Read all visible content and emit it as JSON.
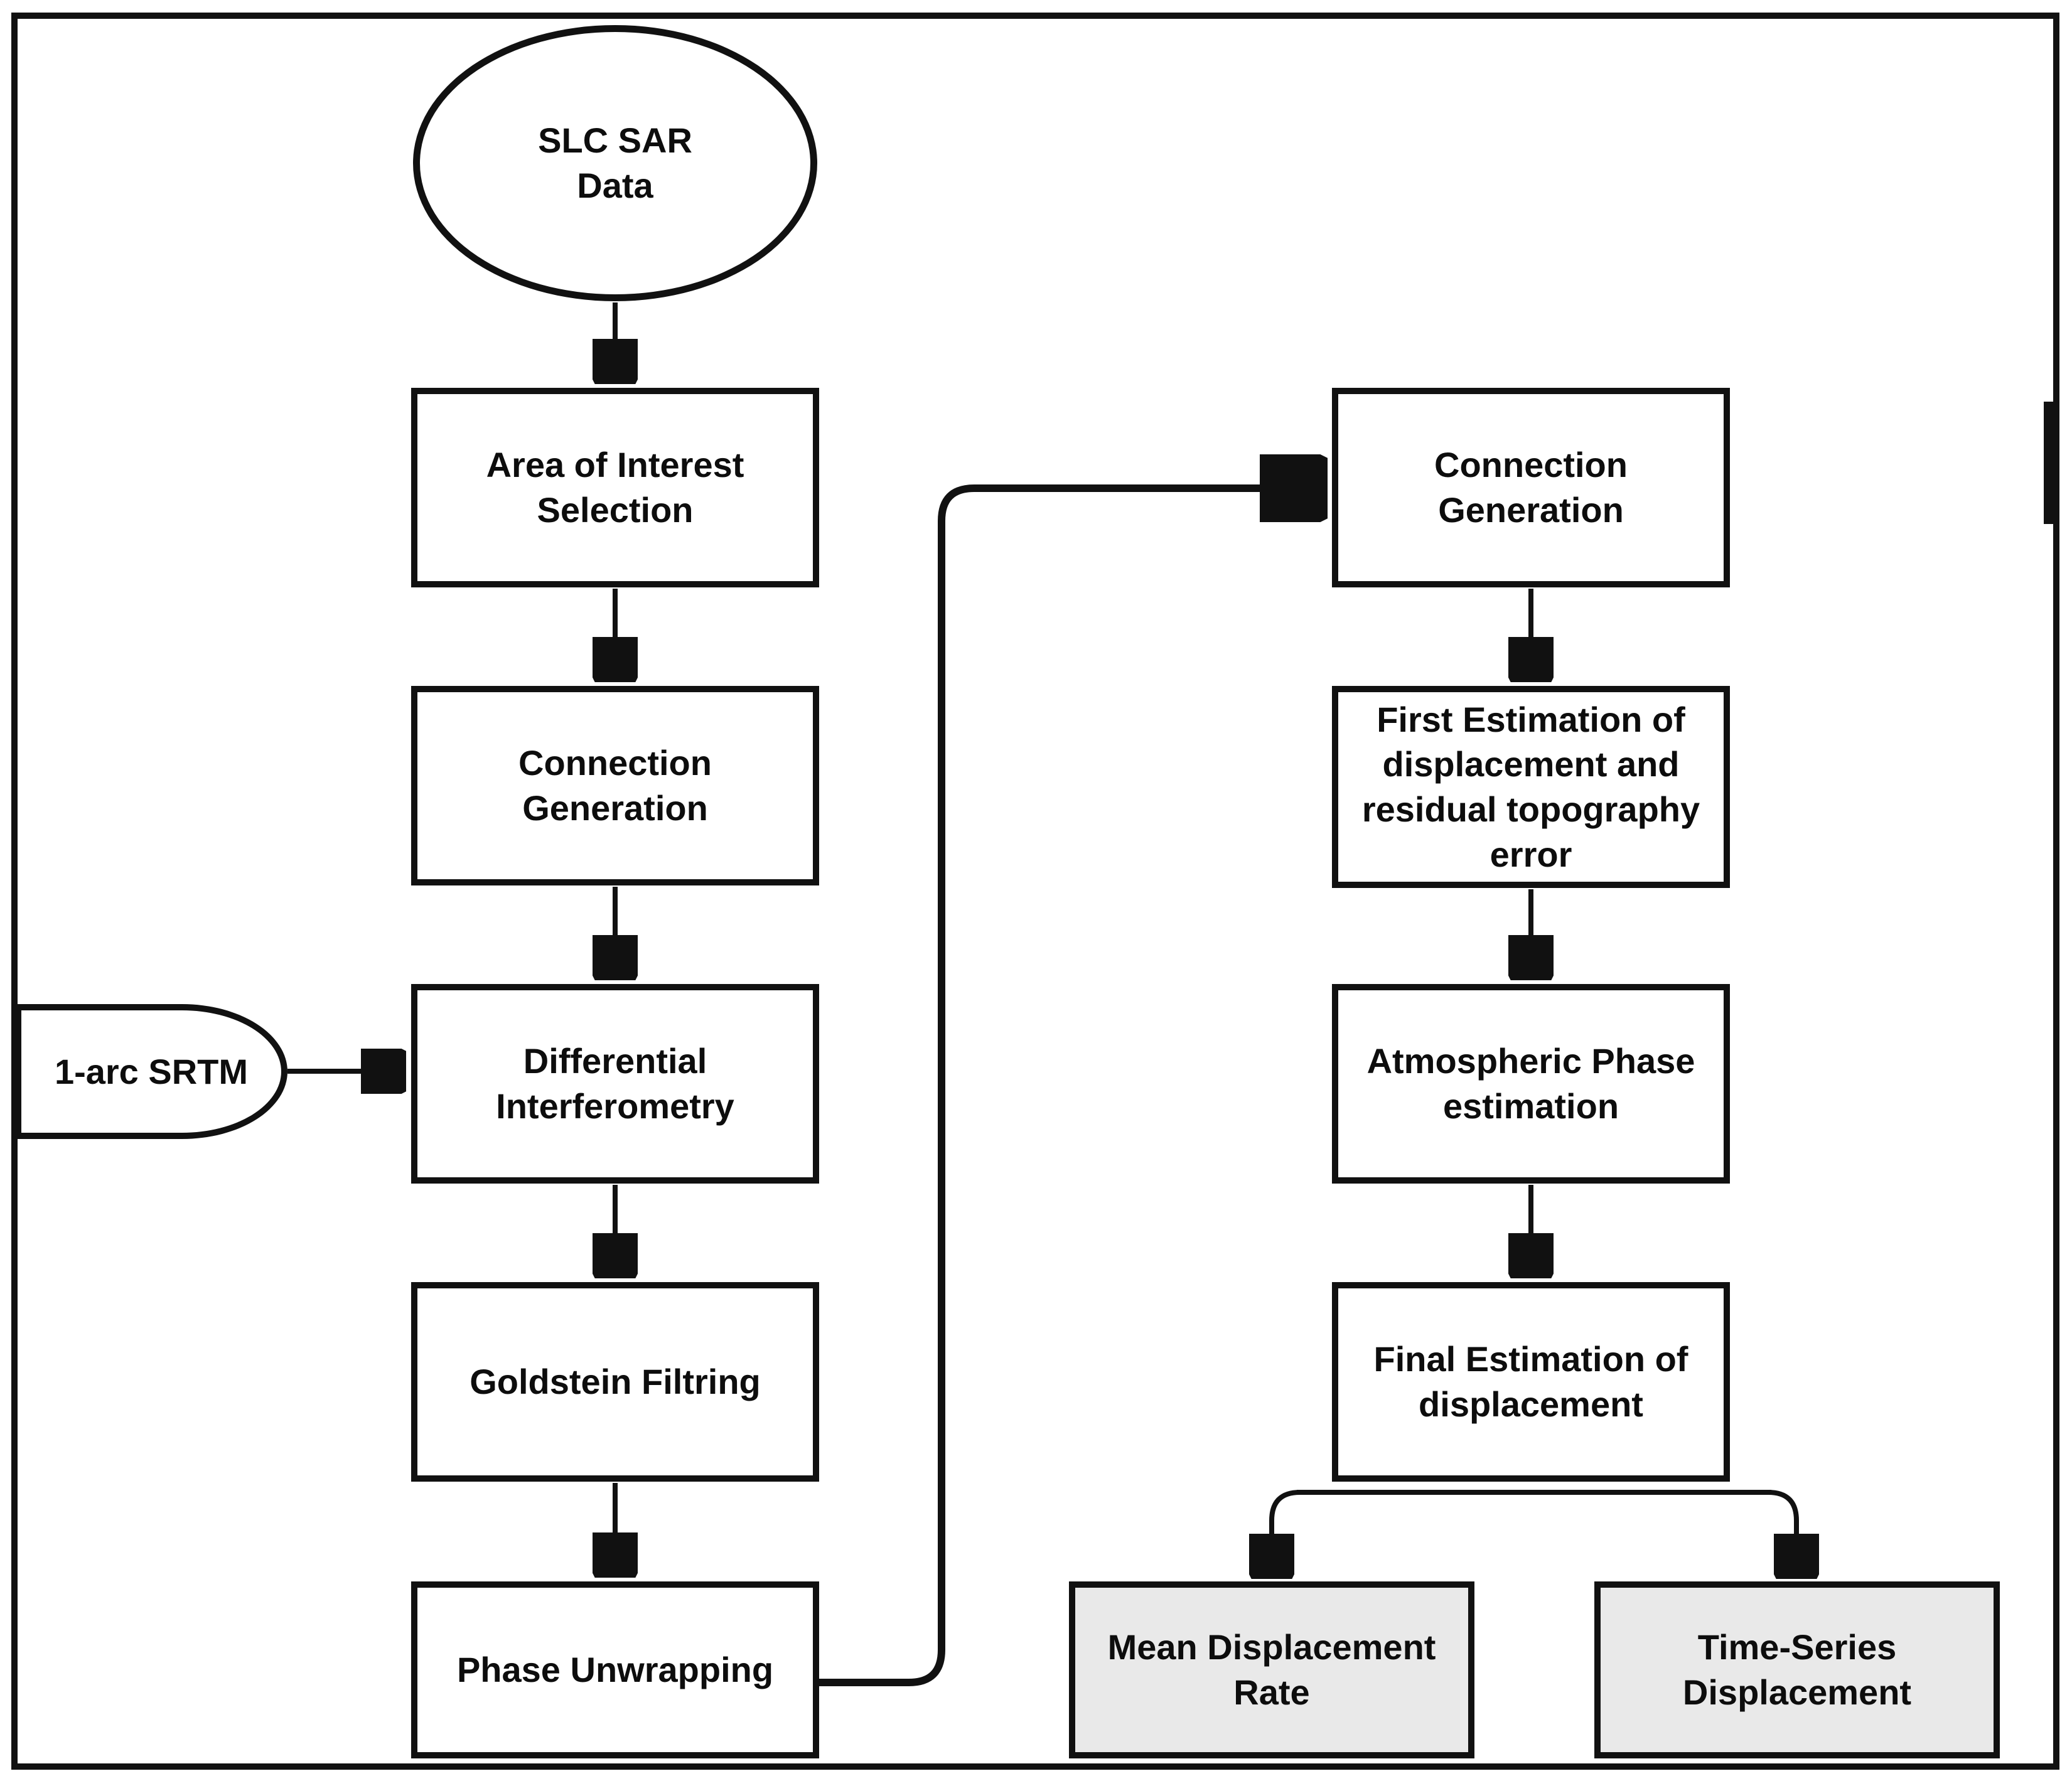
{
  "figure": {
    "type": "flowchart",
    "description": "InSAR processing workflow diagram with a left processing chain and a right estimation chain ending in two shaded output boxes"
  },
  "colors": {
    "ink": "#111111",
    "background": "#ffffff",
    "process_fill": "#ffffff",
    "output_fill": "#e9e9e9"
  },
  "nodes": {
    "slc": {
      "label": "SLC SAR Data",
      "shape": "ellipse"
    },
    "aoi": {
      "label": "Area of Interest Selection",
      "shape": "process"
    },
    "conn_left": {
      "label": "Connection Generation",
      "shape": "process"
    },
    "srtm": {
      "label": "1-arc SRTM",
      "shape": "data"
    },
    "diff": {
      "label": "Differential Interferometry",
      "shape": "process"
    },
    "goldstein": {
      "label": "Goldstein Filtring",
      "shape": "process"
    },
    "phase": {
      "label": "Phase Unwrapping",
      "shape": "process"
    },
    "conn_right": {
      "label": "Connection Generation",
      "shape": "process"
    },
    "first_est": {
      "label": "First Estimation of displacement and residual topography error",
      "shape": "process"
    },
    "atmos": {
      "label": "Atmospheric Phase estimation",
      "shape": "process"
    },
    "final_est": {
      "label": "Final Estimation of displacement",
      "shape": "process"
    },
    "mean_rate": {
      "label": "Mean Displacement Rate",
      "shape": "output"
    },
    "ts_disp": {
      "label": "Time-Series Displacement",
      "shape": "output"
    }
  },
  "edges": [
    {
      "from": "SLC SAR Data",
      "to": "Area of Interest Selection"
    },
    {
      "from": "Area of Interest Selection",
      "to": "Connection Generation"
    },
    {
      "from": "Connection Generation",
      "to": "Differential Interferometry"
    },
    {
      "from": "1-arc SRTM",
      "to": "Differential Interferometry"
    },
    {
      "from": "Differential Interferometry",
      "to": "Goldstein Filtring"
    },
    {
      "from": "Goldstein Filtring",
      "to": "Phase Unwrapping"
    },
    {
      "from": "Phase Unwrapping",
      "to": "Connection Generation (right column)"
    },
    {
      "from": "Connection Generation (right column)",
      "to": "First Estimation of displacement and residual topography error"
    },
    {
      "from": "First Estimation of displacement and residual topography error",
      "to": "Atmospheric Phase estimation"
    },
    {
      "from": "Atmospheric Phase estimation",
      "to": "Final Estimation of displacement"
    },
    {
      "from": "Final Estimation of displacement",
      "to": "Mean Displacement Rate"
    },
    {
      "from": "Final Estimation of displacement",
      "to": "Time-Series Displacement"
    }
  ]
}
